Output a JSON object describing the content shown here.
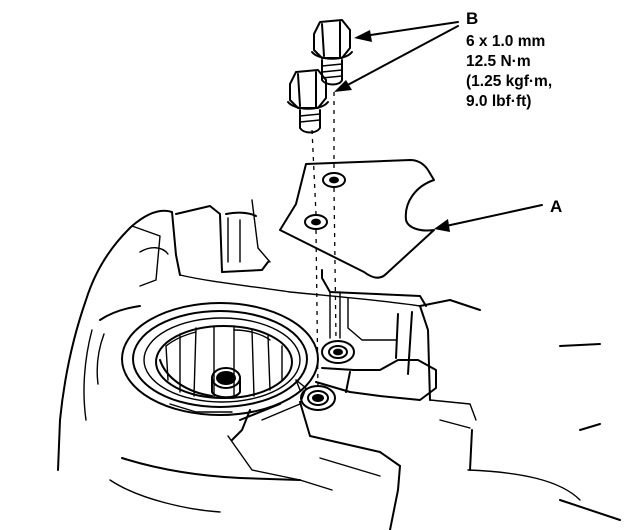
{
  "labels": {
    "a": {
      "letter": "A"
    },
    "b": {
      "letter": "B",
      "lines": [
        "6 x 1.0 mm",
        "12.5 N·m",
        "(1.25 kgf·m,",
        "9.0 lbf·ft)"
      ]
    }
  }
}
